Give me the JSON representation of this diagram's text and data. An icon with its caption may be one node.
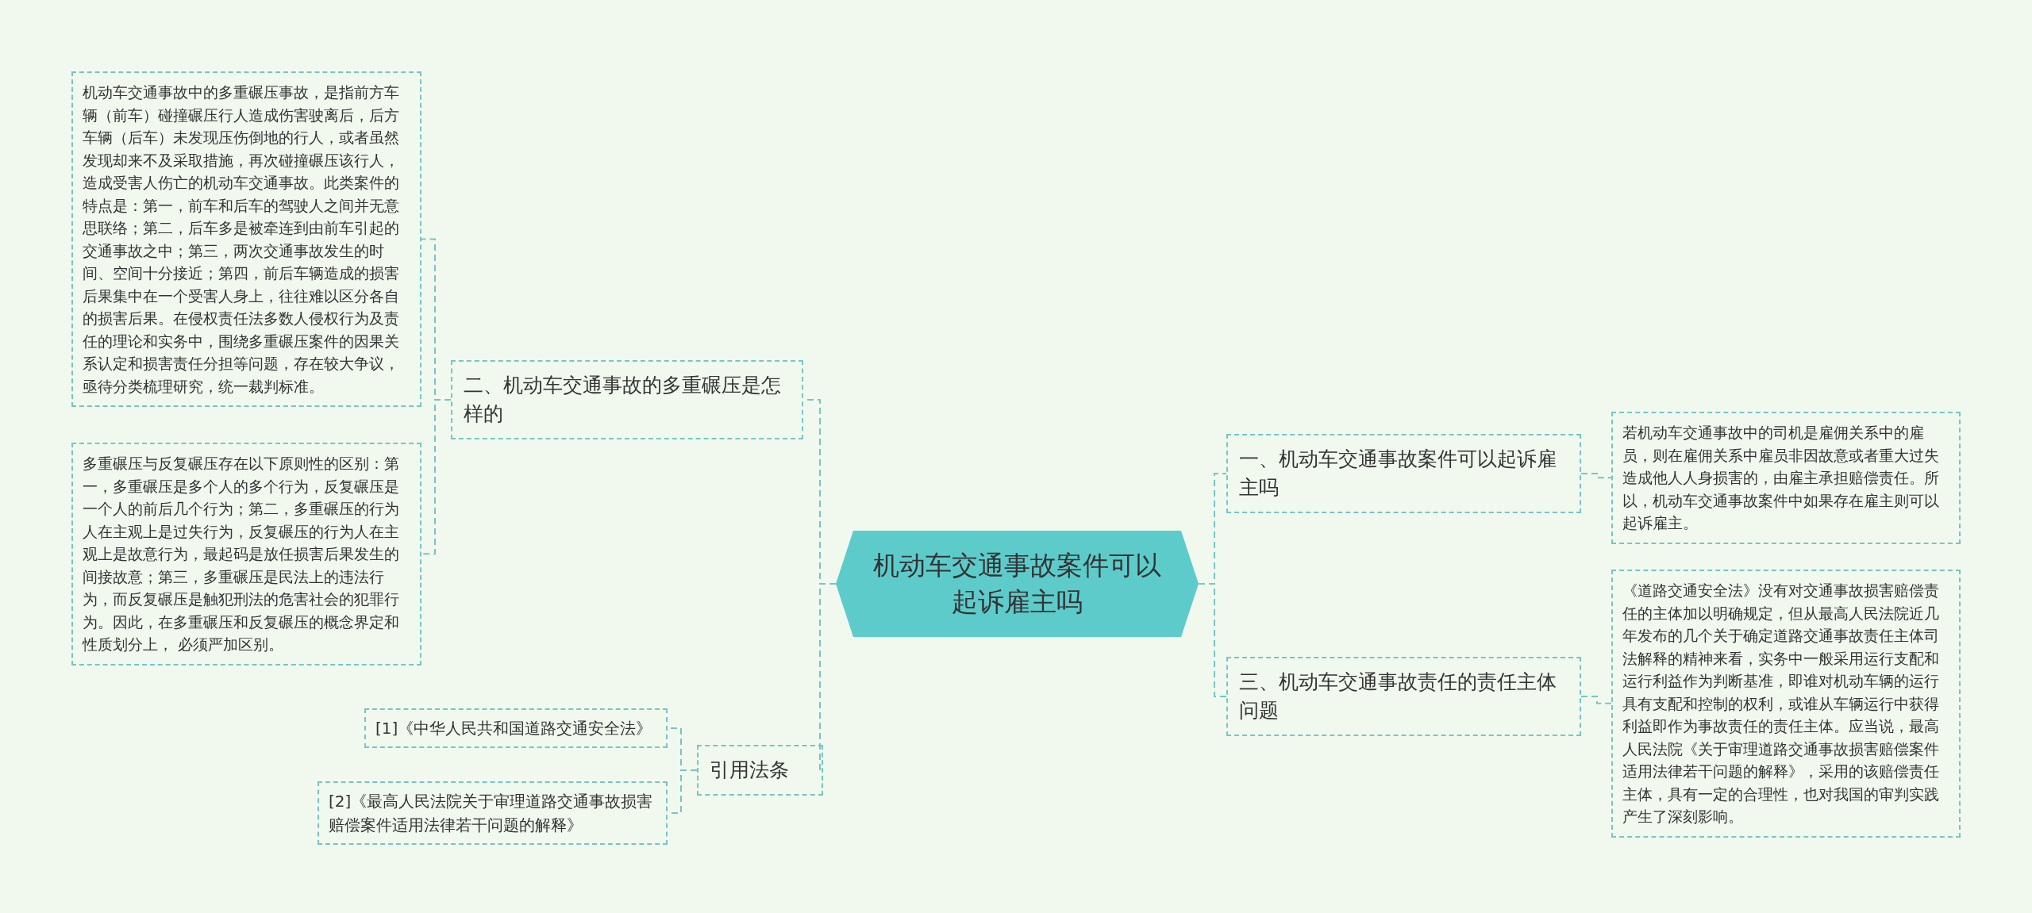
{
  "diagram": {
    "nodes": [
      {
        "text": [
          "机动车交通事故案件可以起诉雇主吗"
        ]
      },
      {
        "text": [
          "二、机动车交通事故的多重碾压是怎样的"
        ]
      },
      {
        "text": [
          "机动车交通事故中的多重碾压事故，是指前方车辆（前车）碰撞碾压行人造成伤害驶离后，后方车辆（后车）未发现压伤倒地的行人，或者虽然发现却来不及采取措施，再次碰撞碾压该行人，造成受害人伤亡的机动车交通事故。此类案件的特点是：第一，前车和后车的驾驶人之间并无意思联络；第二，后车多是被牵连到由前车引起的交通事故之中；第三，两次交通事故发生的时间、空间十分接近；第四，前后车辆造成的损害后果集中在一个受害人身上，往往难以区分各自的损害后果。在侵权责任法多数人侵权行为及责任的理论和实务中，围绕多重碾压案件的因果关系认定和损害责任分担等问题，存在较大争议，亟待分类梳理研究，统一裁判标准。"
        ]
      },
      {
        "text": [
          "多重碾压与反复碾压存在以下原则性的区别：第一，多重碾压是多个人的多个行为，反复碾压是一个人的前后几个行为；第二，多重碾压的行为人在主观上是过失行为，反复碾压的行为人在主观上是故意行为，最起码是放任损害后果发生的间接故意；第三，多重碾压是民法上的违法行为，而反复碾压是触犯刑法的危害社会的犯罪行为。因此，在多重碾压和反复碾压的概念界定和性质划分上， 必须严加区别。"
        ]
      },
      {
        "text": [
          "引用法条"
        ]
      },
      {
        "text": [
          "[1]《中华人民共和国道路交通安全法》"
        ]
      },
      {
        "text": [
          "[2]《最高人民法院关于审理道路交通事故损害赔偿案件适用法律若干问题的解释》"
        ]
      },
      {
        "text": [
          "一、机动车交通事故案件可以起诉雇主吗"
        ]
      },
      {
        "text": [
          "若机动车交通事故中的司机是雇佣关系中的雇员，则在雇佣关系中雇员非因故意或者重大过失造成他人人身损害的，由雇主承担赔偿责任。所以，机动车交通事故案件中如果存在雇主则可以起诉雇主。"
        ]
      },
      {
        "text": [
          "三、机动车交通事故责任的责任主体问题"
        ]
      },
      {
        "text": [
          "《道路交通安全法》没有对交通事故损害赔偿责任的主体加以明确规定，但从最高人民法院近几年发布的几个关于确定道路交通事故责任主体司法解释的精神来看，实务中一般采用运行支配和运行利益作为判断基准，即谁对机动车辆的运行具有支配和控制的权利，或谁从车辆运行中获得利益即作为事故责任的责任主体。应当说，最高人民法院《关于审理道路交通事故损害赔偿案件适用法律若干问题的解释》，采用的该赔偿责任主体，具有一定的合理性，也对我国的审判实践产生了深刻影响。"
        ]
      }
    ],
    "edges": [
      {
        "from": 0,
        "to": 1,
        "arrow": "none"
      },
      {
        "from": 1,
        "to": 2,
        "arrow": "none"
      },
      {
        "from": 1,
        "to": 3,
        "arrow": "none"
      },
      {
        "from": 0,
        "to": 4,
        "arrow": "none"
      },
      {
        "from": 4,
        "to": 5,
        "arrow": "none"
      },
      {
        "from": 4,
        "to": 6,
        "arrow": "none"
      },
      {
        "from": 0,
        "to": 7,
        "arrow": "none"
      },
      {
        "from": 7,
        "to": 8,
        "arrow": "none"
      },
      {
        "from": 0,
        "to": 9,
        "arrow": "none"
      },
      {
        "from": 9,
        "to": 10,
        "arrow": "none"
      }
    ]
  }
}
